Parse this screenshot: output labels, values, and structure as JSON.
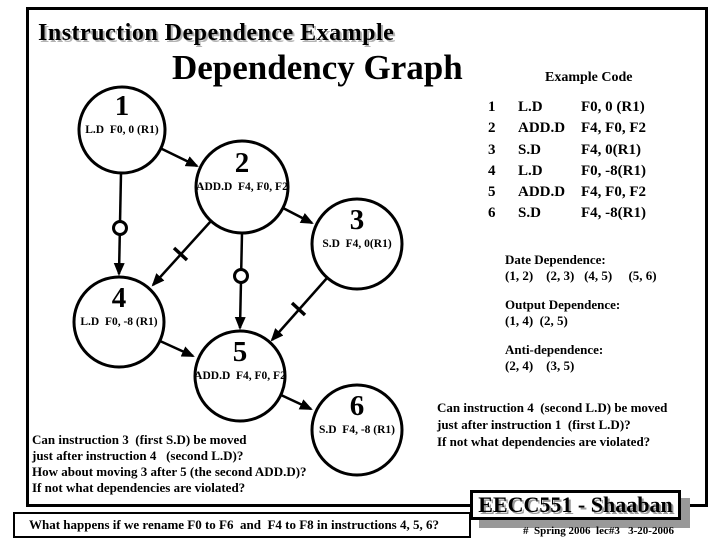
{
  "slide": {
    "title": "Instruction Dependence Example",
    "subtitle": "Dependency Graph"
  },
  "example_code": {
    "heading": "Example Code",
    "rows": [
      {
        "num": "1",
        "op": "L.D",
        "operands": "F0, 0 (R1)"
      },
      {
        "num": "2",
        "op": "ADD.D",
        "operands": "F4, F0, F2"
      },
      {
        "num": "3",
        "op": "S.D",
        "operands": "F4, 0(R1)"
      },
      {
        "num": "4",
        "op": "L.D",
        "operands": "F0, -8(R1)"
      },
      {
        "num": "5",
        "op": "ADD.D",
        "operands": "F4, F0, F2"
      },
      {
        "num": "6",
        "op": "S.D",
        "operands": "F4, -8(R1)"
      }
    ]
  },
  "graph": {
    "nodes": [
      {
        "id": "1",
        "label": "L.D  F0, 0 (R1)"
      },
      {
        "id": "2",
        "label": "ADD.D  F4, F0, F2"
      },
      {
        "id": "3",
        "label": "S.D  F4, 0(R1)"
      },
      {
        "id": "4",
        "label": "L.D  F0, -8 (R1)"
      },
      {
        "id": "5",
        "label": "ADD.D  F4, F0, F2"
      },
      {
        "id": "6",
        "label": "S.D  F4, -8 (R1)"
      }
    ],
    "edges": [
      {
        "from": "1",
        "to": "2",
        "type": "data"
      },
      {
        "from": "2",
        "to": "3",
        "type": "data"
      },
      {
        "from": "1",
        "to": "4",
        "type": "output"
      },
      {
        "from": "2",
        "to": "4",
        "type": "anti"
      },
      {
        "from": "2",
        "to": "5",
        "type": "output"
      },
      {
        "from": "3",
        "to": "5",
        "type": "anti"
      },
      {
        "from": "4",
        "to": "5",
        "type": "data"
      },
      {
        "from": "5",
        "to": "6",
        "type": "data"
      }
    ]
  },
  "dependences": {
    "data_heading": "Date Dependence:",
    "data_pairs": "(1, 2)    (2, 3)   (4, 5)     (5, 6)",
    "output_heading": "Output Dependence:",
    "output_pairs": "(1, 4)  (2, 5)",
    "anti_heading": "Anti-dependence:",
    "anti_pairs": "(2, 4)    (3, 5)"
  },
  "question_left": {
    "lines": [
      "Can instruction 3  (first S.D) be moved",
      "just after instruction 4   (second L.D)?",
      "How about moving 3 after 5 (the second ADD.D)?",
      "If not what dependencies are violated?"
    ]
  },
  "question_right": {
    "lines": [
      "Can instruction 4  (second L.D) be moved",
      "just after instruction 1  (first L.D)?",
      "If not what dependencies are violated?"
    ]
  },
  "rename_box": {
    "text": "What happens if we rename F0 to F6  and  F4 to F8 in instructions 4, 5, 6?"
  },
  "footer": {
    "course": "EECC551 - Shaaban",
    "details": "#  Spring 2006  lec#3   3-20-2006"
  }
}
